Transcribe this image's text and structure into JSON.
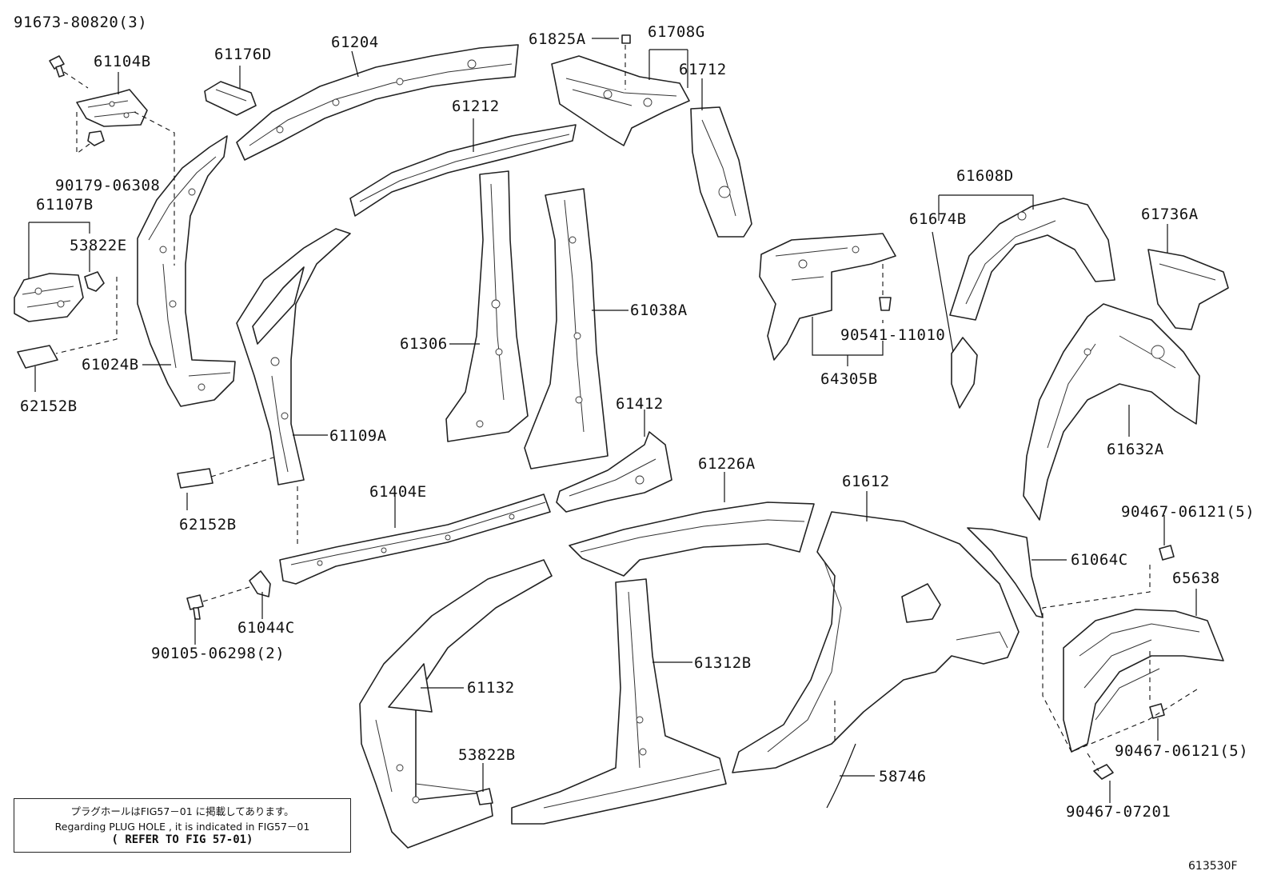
{
  "labels": {
    "p91673_80820": "91673-80820(3)",
    "p61104B": "61104B",
    "p90179_06308": "90179-06308",
    "p61107B": "61107B",
    "p53822E": "53822E",
    "p62152B_top": "62152B",
    "p61024B": "61024B",
    "p61176D": "61176D",
    "p61204": "61204",
    "p61212": "61212",
    "p61825A": "61825A",
    "p61708G": "61708G",
    "p61712": "61712",
    "p61306": "61306",
    "p61038A": "61038A",
    "p61109A": "61109A",
    "p62152B_bottom": "62152B",
    "p61404E": "61404E",
    "p61412": "61412",
    "p61044C": "61044C",
    "p90105_06298": "90105-06298(2)",
    "p61132": "61132",
    "p53822B": "53822B",
    "p61226A": "61226A",
    "p61312B": "61312B",
    "p61612": "61612",
    "p58746": "58746",
    "p61608D": "61608D",
    "p61674B": "61674B",
    "p90541_11010": "90541-11010",
    "p64305B": "64305B",
    "p61736A": "61736A",
    "p61632A": "61632A",
    "p90467_06121_top": "90467-06121(5)",
    "p61064C": "61064C",
    "p65638": "65638",
    "p90467_06121_bottom": "90467-06121(5)",
    "p90467_07201": "90467-07201"
  },
  "note": {
    "line1": "プラグホールはFIG57－01 に掲載してあります。",
    "line2": "Regarding PLUG HOLE , it is indicated in FIG57－01",
    "line3": "( REFER TO FIG 57-01)"
  },
  "figure_number": "613530F"
}
